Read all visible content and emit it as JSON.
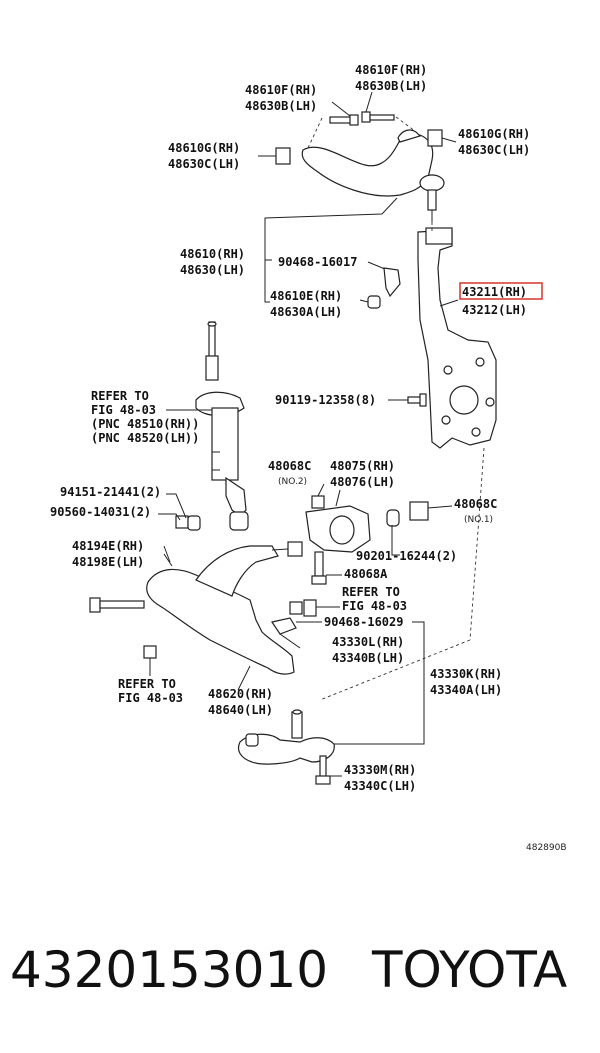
{
  "callouts": {
    "upper_left_bolt_rh": "48610F(RH)",
    "upper_left_bolt_lh": "48630B(LH)",
    "upper_top_bolt_rh": "48610F(RH)",
    "upper_top_bolt_lh": "48630B(LH)",
    "upper_bushing_left_rh": "48610G(RH)",
    "upper_bushing_left_lh": "48630C(LH)",
    "upper_bushing_right_rh": "48610G(RH)",
    "upper_bushing_right_lh": "48630C(LH)",
    "upper_arm_rh": "48610(RH)",
    "upper_arm_lh": "48630(LH)",
    "nut_upper": "90468-16017",
    "upper_ball_rh": "48610E(RH)",
    "upper_ball_lh": "48630A(LH)",
    "knuckle_rh": "43211(RH)",
    "knuckle_lh": "43212(LH)",
    "knuckle_bolt": "90119-12358(8)",
    "refer_strut_1": "REFER TO",
    "refer_strut_2": "FIG 48-03",
    "refer_strut_3": "(PNC 48510(RH))",
    "refer_strut_4": "(PNC 48520(LH))",
    "bolt_left_1": "94151-21441(2)",
    "bolt_left_2": "90560-14031(2)",
    "bushing_c_no2": "48068C",
    "no2": "(NO.2)",
    "bracket_rh": "48075(RH)",
    "bracket_lh": "48076(LH)",
    "bushing_c_no1": "48068C",
    "no1": "(NO.1)",
    "washer": "90201-16244(2)",
    "bushing_a": "48068A",
    "lower_bolt_rh": "48194E(RH)",
    "lower_bolt_lh": "48198E(LH)",
    "refer_right_1": "REFER TO",
    "refer_right_2": "FIG 48-03",
    "nut_lower": "90468-16029",
    "lower_ball_rh": "43330L(RH)",
    "lower_ball_lh": "43340B(LH)",
    "lower_ball_k_rh": "43330K(RH)",
    "lower_ball_k_lh": "43340A(LH)",
    "refer_left_1": "REFER TO",
    "refer_left_2": "FIG 48-03",
    "lower_arm_rh": "48620(RH)",
    "lower_arm_lh": "48640(LH)",
    "ball_joint_rh": "43330M(RH)",
    "ball_joint_lh": "43340C(LH)",
    "figure_code": "482890B"
  },
  "highlight_color": "#d9342b",
  "footer": {
    "part_number": "4320153010",
    "brand": "TOYOTA"
  }
}
